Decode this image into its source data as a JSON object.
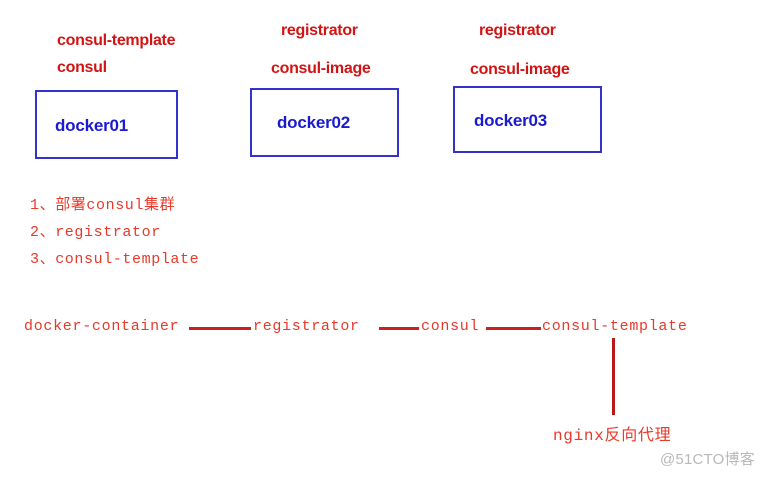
{
  "diagram": {
    "background_color": "#ffffff",
    "box_border_color": "#3333cc",
    "box_text_color": "#1a1ad0",
    "annotation_color": "#d21414",
    "flow_color": "#e8392b"
  },
  "hosts": [
    {
      "name": "docker01",
      "services": [
        "consul-template",
        "consul"
      ]
    },
    {
      "name": "docker02",
      "services": [
        "registrator",
        "consul-image"
      ]
    },
    {
      "name": "docker03",
      "services": [
        "registrator",
        "consul-image"
      ]
    }
  ],
  "tasks": [
    "1、部署consul集群",
    "2、registrator",
    "3、consul-template"
  ],
  "flow": {
    "nodes": [
      "docker-container",
      "registrator",
      "consul",
      "consul-template"
    ],
    "branch_label": "nginx反向代理"
  },
  "watermark": "@51CTO博客"
}
